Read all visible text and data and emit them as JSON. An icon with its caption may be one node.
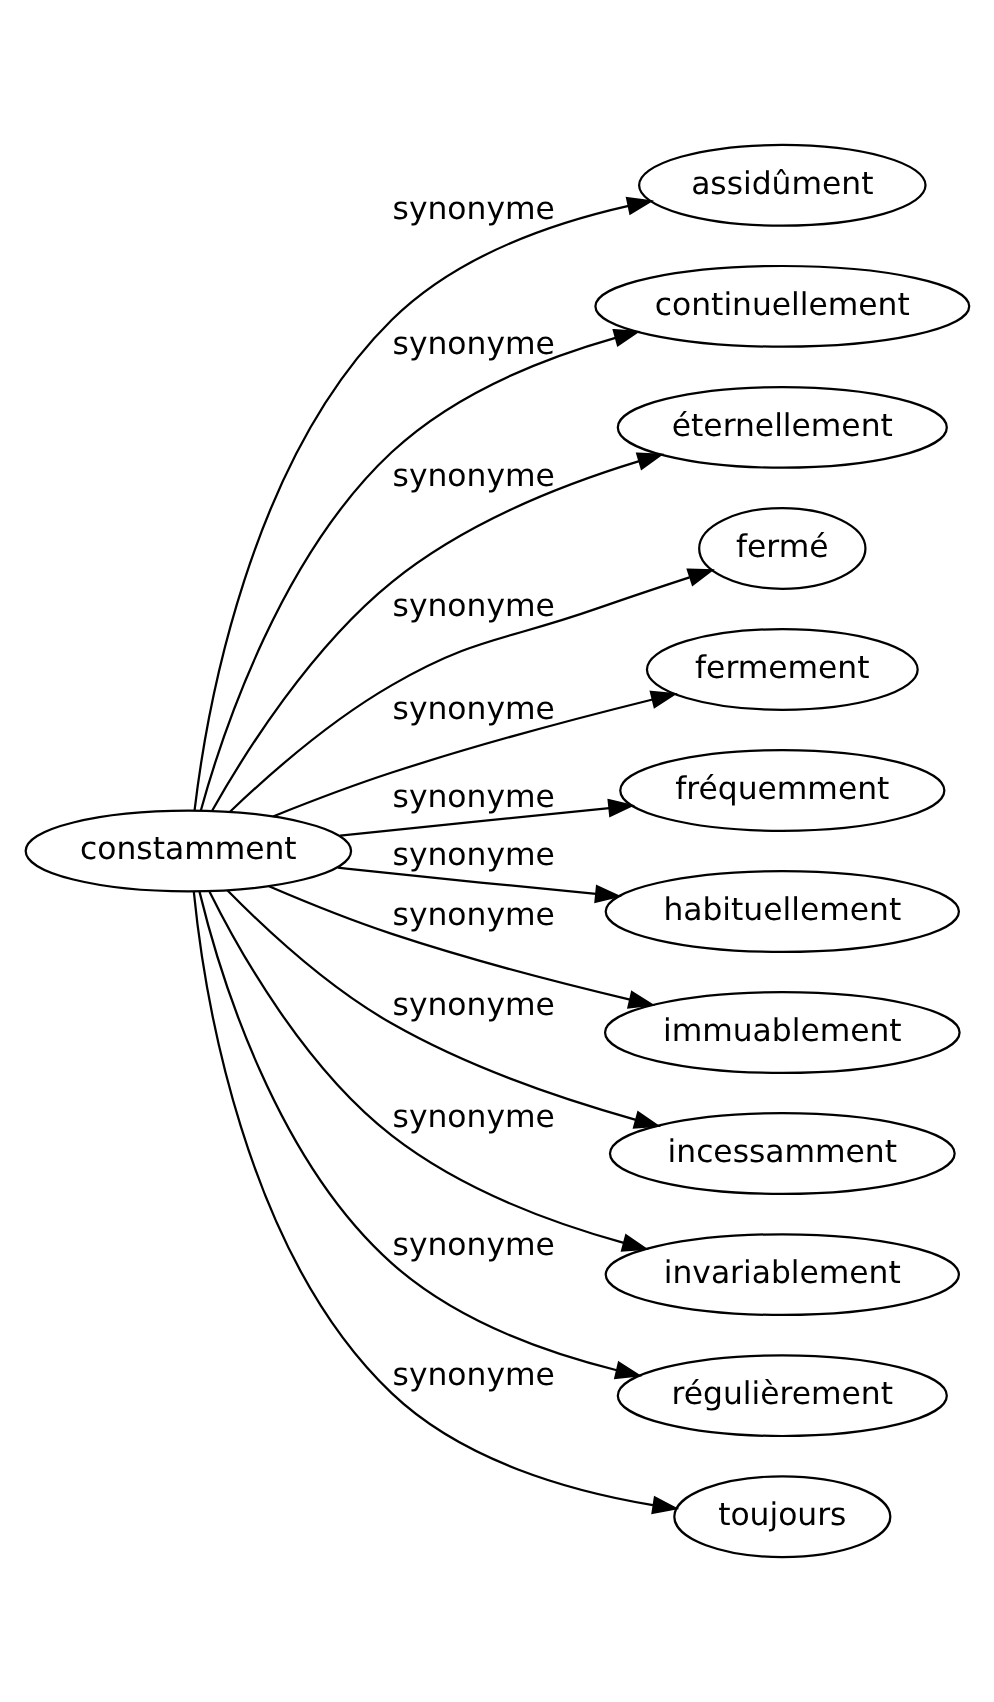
{
  "diagram": {
    "nodes": [
      {
        "text": [
          "constamment"
        ]
      },
      {
        "text": [
          "assidûment"
        ]
      },
      {
        "text": [
          "continuellement"
        ]
      },
      {
        "text": [
          "éternellement"
        ]
      },
      {
        "text": [
          "fermé"
        ]
      },
      {
        "text": [
          "fermement"
        ]
      },
      {
        "text": [
          "fréquemment"
        ]
      },
      {
        "text": [
          "habituellement"
        ]
      },
      {
        "text": [
          "immuablement"
        ]
      },
      {
        "text": [
          "incessamment"
        ]
      },
      {
        "text": [
          "invariablement"
        ]
      },
      {
        "text": [
          "régulièrement"
        ]
      },
      {
        "text": [
          "toujours"
        ]
      }
    ],
    "edges": [
      {
        "from": 0,
        "to": 1,
        "arrow": "to",
        "label": "synonyme"
      },
      {
        "from": 0,
        "to": 2,
        "arrow": "to",
        "label": "synonyme"
      },
      {
        "from": 0,
        "to": 3,
        "arrow": "to",
        "label": "synonyme"
      },
      {
        "from": 0,
        "to": 4,
        "arrow": "to",
        "label": "synonyme"
      },
      {
        "from": 0,
        "to": 5,
        "arrow": "to",
        "label": "synonyme"
      },
      {
        "from": 0,
        "to": 6,
        "arrow": "to",
        "label": "synonyme"
      },
      {
        "from": 0,
        "to": 7,
        "arrow": "to",
        "label": "synonyme"
      },
      {
        "from": 0,
        "to": 8,
        "arrow": "to",
        "label": "synonyme"
      },
      {
        "from": 0,
        "to": 9,
        "arrow": "to",
        "label": "synonyme"
      },
      {
        "from": 0,
        "to": 10,
        "arrow": "to",
        "label": "synonyme"
      },
      {
        "from": 0,
        "to": 11,
        "arrow": "to",
        "label": "synonyme"
      },
      {
        "from": 0,
        "to": 12,
        "arrow": "to",
        "label": "synonyme"
      }
    ]
  }
}
